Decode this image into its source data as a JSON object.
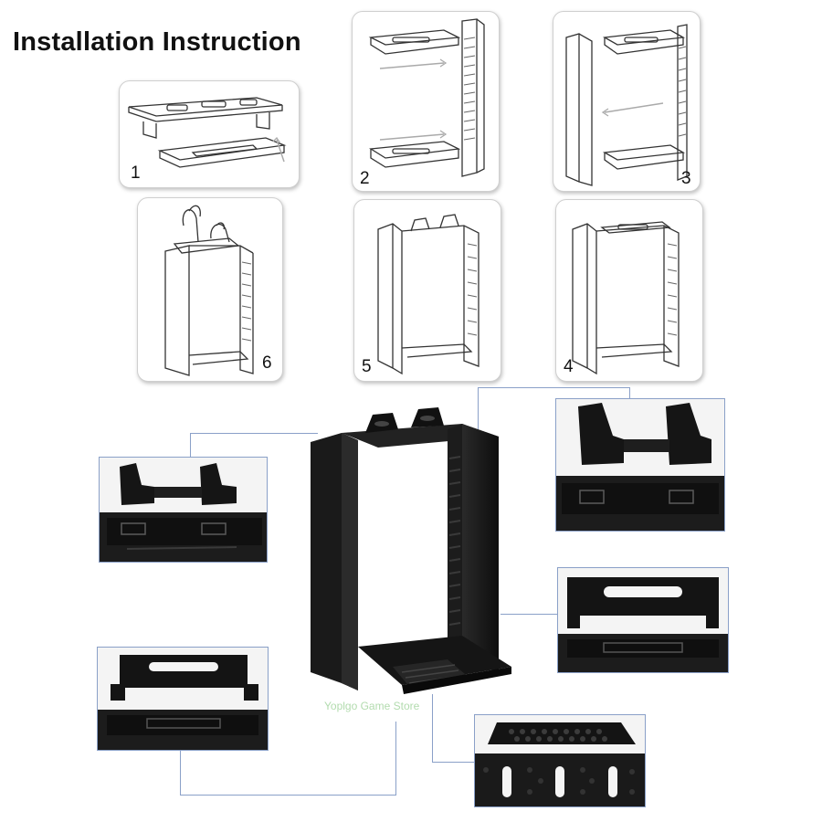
{
  "header": {
    "title": "Installation Instruction"
  },
  "steps": [
    {
      "label": "1"
    },
    {
      "label": "2"
    },
    {
      "label": "3"
    },
    {
      "label": "6"
    },
    {
      "label": "5"
    },
    {
      "label": "4"
    }
  ],
  "watermark": "Yoplgo Game Store",
  "colors": {
    "callout_border": "#8aa0c8",
    "product": "#111111",
    "line_art": "#333333"
  }
}
